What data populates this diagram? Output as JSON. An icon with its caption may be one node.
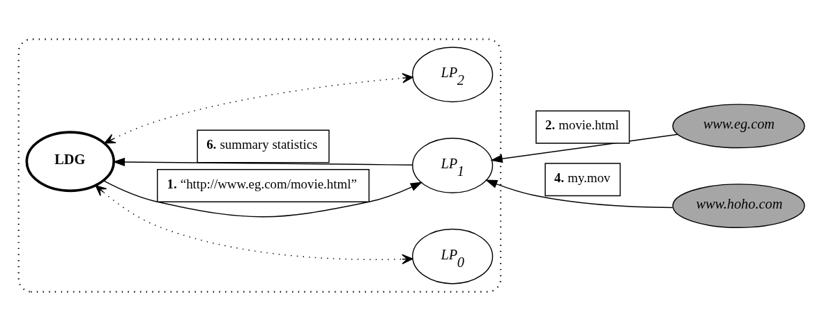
{
  "diagram": {
    "nodes": [
      {
        "text": [],
        "shape": "ellipse"
      },
      {
        "text": [
          "LDG"
        ],
        "in": 0
      },
      {
        "text": [
          "LP$_{0}$"
        ],
        "in": 0
      },
      {
        "text": [
          "LP$_{1}$"
        ],
        "in": 0
      },
      {
        "text": [
          "LP$_{2}$"
        ],
        "in": 0
      },
      {
        "text": [
          "www.eg.com"
        ]
      },
      {
        "text": [
          "www.hoho.com"
        ]
      }
    ],
    "edges": [
      {
        "from": 1,
        "to": 2,
        "arrow": "both",
        "style": "dashed"
      },
      {
        "from": 1,
        "to": 3,
        "arrow": "to",
        "label": "**1.** “http://www.eg.com/movie.html”"
      },
      {
        "from": 3,
        "to": 1,
        "arrow": "to",
        "label": "**6.** summary statistics"
      },
      {
        "from": 5,
        "to": 3,
        "arrow": "to",
        "label": "**2.** movie.html"
      },
      {
        "from": 6,
        "to": 3,
        "arrow": "to",
        "label": "**4.** my.mov"
      },
      {
        "from": 1,
        "to": 4,
        "arrow": "both",
        "style": "dashed"
      }
    ]
  }
}
